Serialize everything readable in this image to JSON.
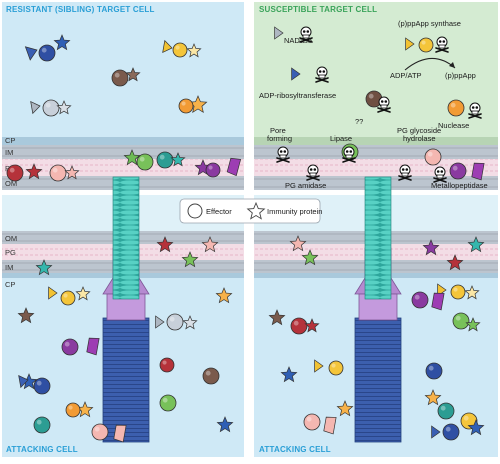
{
  "panels": {
    "resistant_title": "RESISTANT (SIBLING) TARGET CELL",
    "susceptible_title": "SUSCEPTIBLE TARGET CELL",
    "attacking_left": "ATTACKING CELL",
    "attacking_right": "ATTACKING CELL"
  },
  "membranes": {
    "top": [
      "CP",
      "IM",
      "PG",
      "OM"
    ],
    "bottom": [
      "OM",
      "PG",
      "IM",
      "CP"
    ]
  },
  "legend": {
    "effector": "Effector",
    "immunity": "Immunity protein"
  },
  "effectors": {
    "nadase": "NADase",
    "ppapp_synthase": "(p)ppApp synthase",
    "adp_ribosyl": "ADP-ribosyltransferase",
    "adp_atp": "ADP/ATP",
    "ppapp": "(p)ppApp",
    "unknown": "??",
    "nuclease": "Nuclease",
    "pore_forming": "Pore\nforming",
    "lipase": "Lipase",
    "pg_glycoside": "PG glycoside\nhydrolase",
    "pg_amidase": "PG amidase",
    "metallopeptidase": "Metallopeptidase"
  },
  "colors": {
    "cytoplasm": "#cfe9f6",
    "susceptible": "#d6ecd4",
    "membrane": "#b9c2cc",
    "pg": "#f3dde6",
    "title_blue": "#2a9fd6",
    "title_green": "#3aa35a",
    "sheath": "#35b7ad",
    "tube": "#3d63b3",
    "baseplate": "#b58ad0"
  }
}
